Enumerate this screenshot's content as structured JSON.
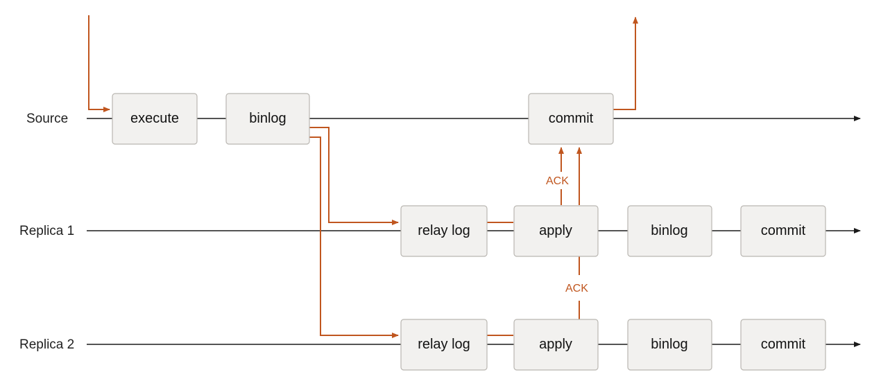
{
  "lanes": {
    "source": "Source",
    "replica1": "Replica 1",
    "replica2": "Replica 2"
  },
  "source_steps": {
    "execute": "execute",
    "binlog": "binlog",
    "commit": "commit"
  },
  "replica1_steps": {
    "relay_log": "relay log",
    "apply": "apply",
    "binlog": "binlog",
    "commit": "commit"
  },
  "replica2_steps": {
    "relay_log": "relay log",
    "apply": "apply",
    "binlog": "binlog",
    "commit": "commit"
  },
  "acks": {
    "upper": "ACK",
    "lower": "ACK"
  },
  "colors": {
    "flow": "#c0561f",
    "lane": "#1a1a1a",
    "box_fill": "#f2f1ef",
    "box_border": "#b9b6b1"
  }
}
